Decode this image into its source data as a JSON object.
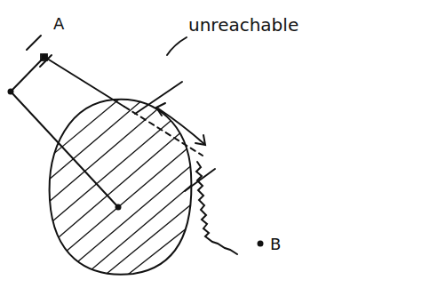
{
  "diagram": {
    "labels": [
      "A",
      "unreachable",
      "B"
    ]
  }
}
